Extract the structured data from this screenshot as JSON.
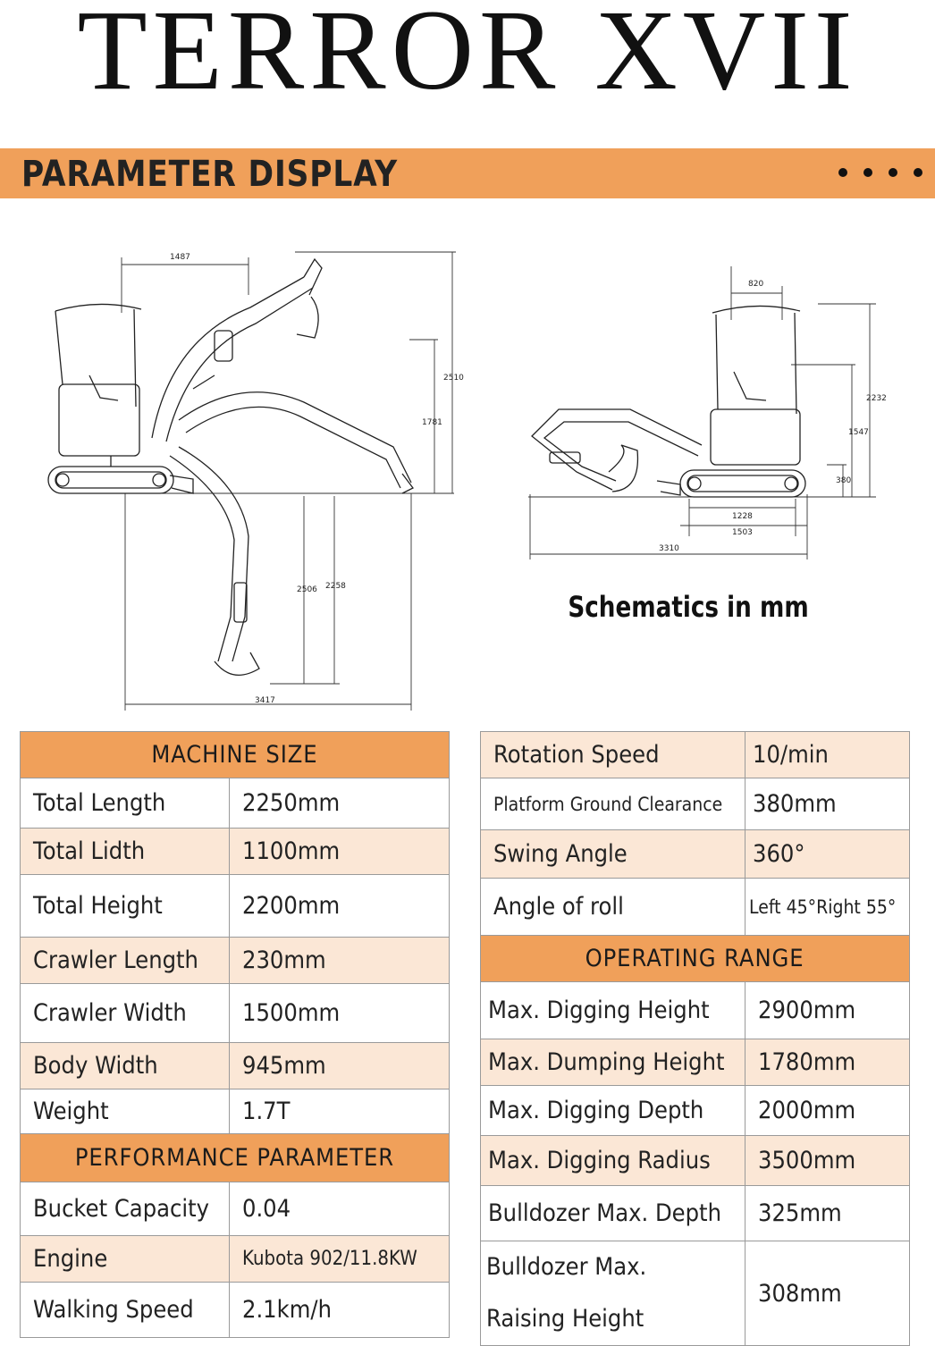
{
  "title": "TERROR XVII",
  "banner": "PARAMETER DISPLAY",
  "schematic_caption": "Schematics in mm",
  "left_dims": [
    "1487",
    "2510",
    "1781",
    "2506",
    "2258",
    "3417"
  ],
  "right_dims": [
    "820",
    "2232",
    "1547",
    "380",
    "1228",
    "1503",
    "3310"
  ],
  "machine_size": {
    "header": "MACHINE SIZE",
    "rows": [
      {
        "label": "Total Length",
        "value": "2250mm"
      },
      {
        "label": "Total Lidth",
        "value": "1100mm"
      },
      {
        "label": "Total Height",
        "value": "2200mm"
      },
      {
        "label": "Crawler Length",
        "value": "230mm"
      },
      {
        "label": "Crawler Width",
        "value": "1500mm"
      },
      {
        "label": "Body Width",
        "value": "945mm"
      },
      {
        "label": "Weight",
        "value": "1.7T"
      }
    ]
  },
  "performance": {
    "header": "PERFORMANCE PARAMETER",
    "rows": [
      {
        "label": "Bucket Capacity",
        "value": "0.04"
      },
      {
        "label": "Engine",
        "value": "Kubota 902/11.8KW"
      },
      {
        "label": "Walking Speed",
        "value": "2.1km/h"
      }
    ]
  },
  "right_table": {
    "rows": [
      {
        "label": "Rotation Speed",
        "value": "10/min"
      },
      {
        "label": "Platform Ground Clearance",
        "value": "380mm"
      },
      {
        "label": "Swing Angle",
        "value": "360°"
      },
      {
        "label": "Angle of roll",
        "value": "Left 45°Right 55°"
      }
    ]
  },
  "operating_range": {
    "header": "OPERATING RANGE",
    "rows": [
      {
        "label": "Max. Digging Height",
        "value": "2900mm"
      },
      {
        "label": "Max. Dumping Height",
        "value": "1780mm"
      },
      {
        "label": "Max. Digging Depth",
        "value": "2000mm"
      },
      {
        "label": "Max. Digging Radius",
        "value": "3500mm"
      },
      {
        "label": "Bulldozer Max. Depth",
        "value": "325mm"
      },
      {
        "label": "Bulldozer Max. Raising Height",
        "value": "308mm"
      }
    ]
  },
  "colors": {
    "accent": "#f0a05a",
    "row_alt": "#fbe7d6",
    "border": "#9a9a9a"
  }
}
